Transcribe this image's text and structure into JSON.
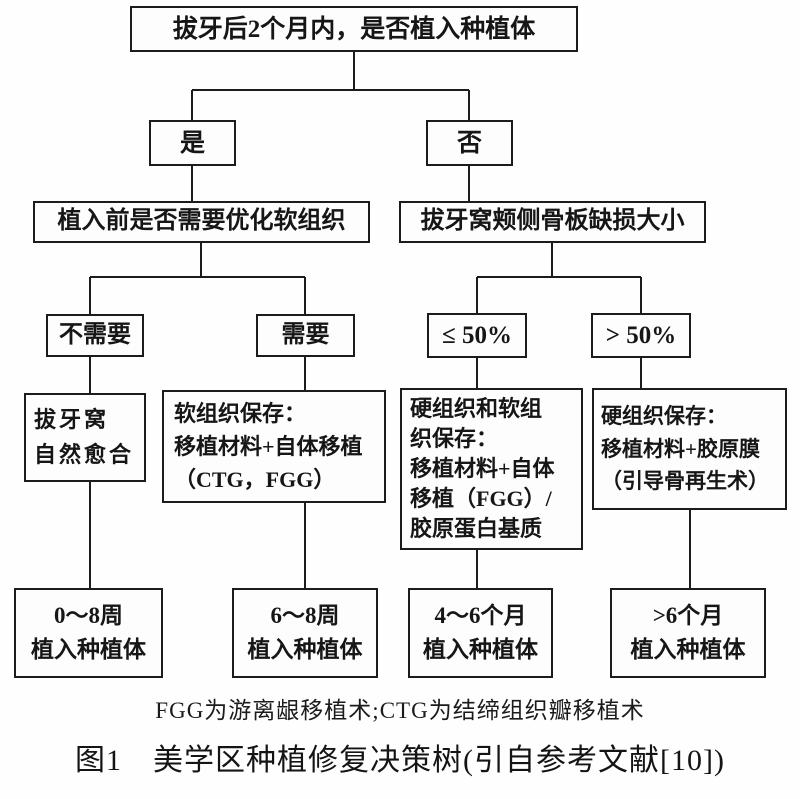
{
  "figure": {
    "nodes": {
      "root": {
        "label": "拔牙后2个月内，是否植入种植体"
      },
      "yes": {
        "label": "是"
      },
      "no": {
        "label": "否"
      },
      "q_soft_tissue": {
        "label": "植入前是否需要优化软组织"
      },
      "q_bone_defect": {
        "label": "拔牙窝颊侧骨板缺损大小"
      },
      "not_needed": {
        "label": "不需要"
      },
      "needed": {
        "label": "需要"
      },
      "le_50": {
        "label": "≤ 50%"
      },
      "gt_50": {
        "label": "> 50%"
      },
      "treatment_natural": {
        "label": "拔牙窝\n自然愈合"
      },
      "treatment_soft": {
        "label": "软组织保存：\n移植材料+自体移植\n（CTG，FGG）"
      },
      "treatment_hard_soft": {
        "label": "硬组织和软组\n织保存：\n移植材料+自体\n移植（FGG）/\n胶原蛋白基质"
      },
      "treatment_hard": {
        "label": "硬组织保存：\n移植材料+胶原膜\n（引导骨再生术）"
      },
      "timing_0_8w": {
        "label": "0～8周\n植入种植体"
      },
      "timing_6_8w": {
        "label": "6～8周\n植入种植体"
      },
      "timing_4_6m": {
        "label": "4～6个月\n植入种植体"
      },
      "timing_gt_6m": {
        "label": ">6个月\n植入种植体"
      }
    },
    "footnote": "FGG为游离龈移植术;CTG为结缔组织瓣移植术",
    "caption": "图1　美学区种植修复决策树(引自参考文献[10])",
    "colors": {
      "line": "#1c1c1c",
      "box_border": "#1c1c1c",
      "text": "#161616",
      "background": "#fefefe"
    }
  }
}
